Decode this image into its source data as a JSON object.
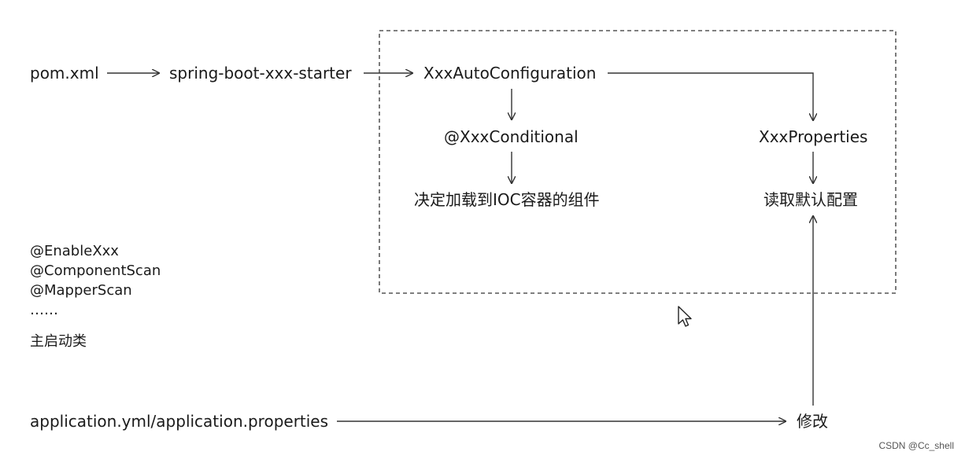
{
  "nodes": {
    "pom": "pom.xml",
    "starter": "spring-boot-xxx-starter",
    "auto_config": "XxxAutoConfiguration",
    "conditional": "@XxxConditional",
    "components": "决定加载到IOC容器的组件",
    "properties": "XxxProperties",
    "defaults": "读取默认配置",
    "application_yml": "application.yml/application.properties",
    "modify": "修改"
  },
  "annotations": [
    "@EnableXxx",
    "@ComponentScan",
    "@MapperScan",
    "……"
  ],
  "main_class": "主启动类",
  "watermark": "CSDN @Cc_shell",
  "colors": {
    "line": "#333333",
    "text": "#1a1a1a"
  }
}
